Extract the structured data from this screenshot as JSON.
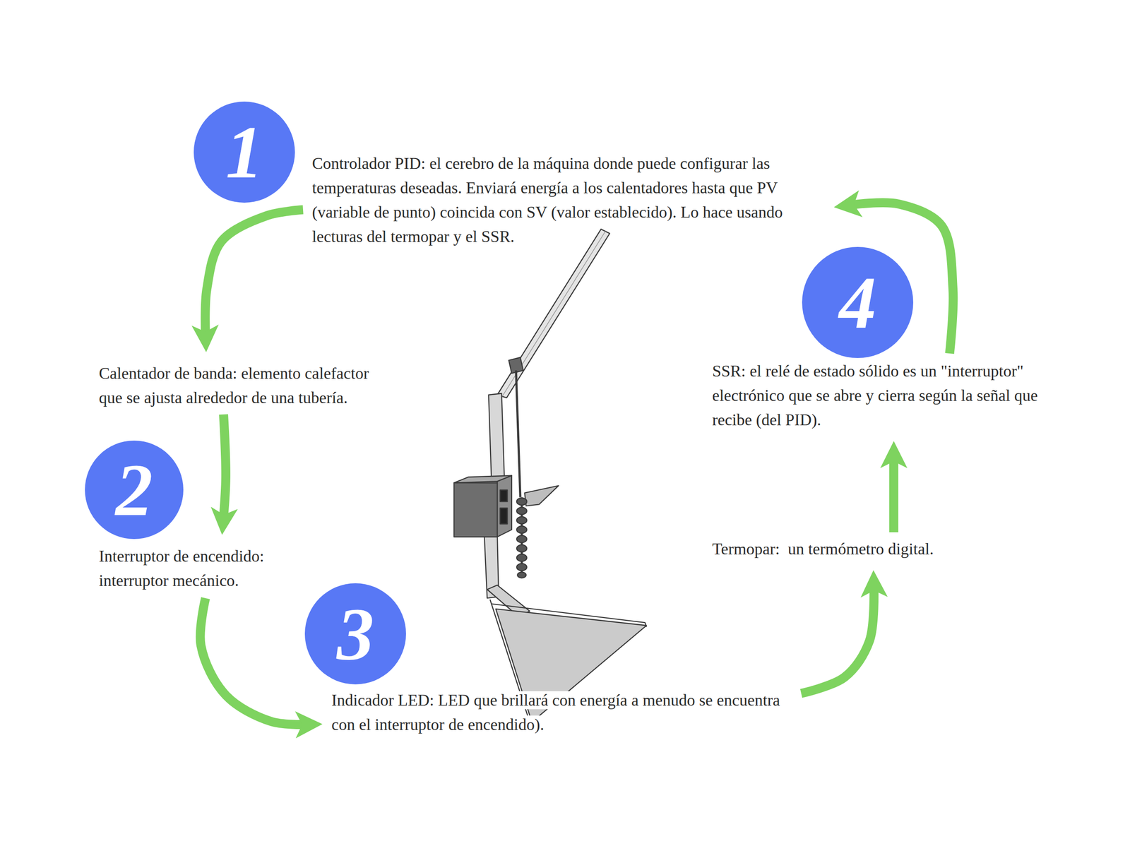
{
  "diagram": {
    "nodes": [
      {
        "text": [
          "1"
        ]
      },
      {
        "text": [
          "Controlador PID: el cerebro de la máquina donde puede configurar las temperaturas deseadas. Enviará energía a los calentadores hasta que PV (variable de punto) coincida con SV (valor establecido). Lo hace usando lecturas del termopar y el SSR."
        ]
      },
      {
        "text": [
          "4"
        ]
      },
      {
        "text": [
          "Calentador de banda: elemento calefactor que se ajusta alrededor de una tubería."
        ]
      },
      {
        "text": [
          "SSR: el relé de estado sólido es un \"interruptor\" electrónico que se abre y cierra según la señal que recibe (del PID)."
        ]
      },
      {
        "text": [
          "2"
        ]
      },
      {
        "text": [
          "Interruptor de encendido: interruptor mecánico."
        ]
      },
      {
        "text": [
          "Termopar:  un termómetro digital."
        ]
      },
      {
        "text": [
          "3"
        ]
      },
      {
        "text": [
          "Indicador LED: LED que brillará con energía a menudo se encuentra con el interruptor de encendido)."
        ]
      }
    ],
    "edges": [
      {
        "from": 1,
        "to": 3,
        "arrow": "to"
      },
      {
        "from": 3,
        "to": 6,
        "arrow": "to"
      },
      {
        "from": 6,
        "to": 9,
        "arrow": "to"
      },
      {
        "from": 9,
        "to": 7,
        "arrow": "to"
      },
      {
        "from": 7,
        "to": 4,
        "arrow": "to"
      },
      {
        "from": 4,
        "to": 1,
        "arrow": "to"
      }
    ]
  }
}
